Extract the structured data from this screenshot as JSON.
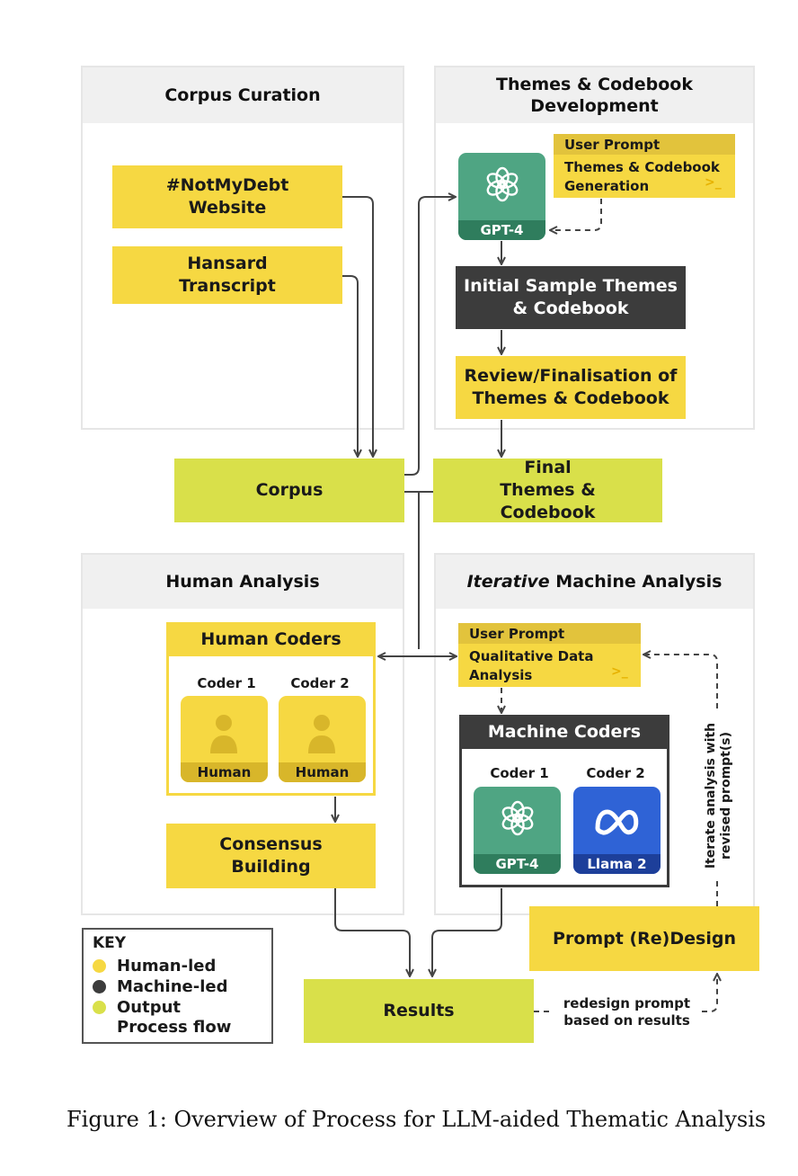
{
  "panels": {
    "corpus_curation": "Corpus Curation",
    "themes_dev": "Themes & Codebook Development",
    "human_analysis": "Human Analysis",
    "machine_analysis_em": "Iterative",
    "machine_analysis_rest": " Machine Analysis"
  },
  "sources": {
    "website": "#NotMyDebt Website",
    "hansard": "Hansard Transcript"
  },
  "themes_prompt": {
    "header": "User Prompt",
    "body": "Themes & Codebook\nGeneration",
    "terminal": ">_"
  },
  "gpt_label": "GPT-4",
  "llama_label": "Llama 2",
  "initial_themes": "Initial Sample Themes & Codebook",
  "review": "Review/Finalisation of Themes & Codebook",
  "corpus": "Corpus",
  "final_themes": "Final Themes & Codebook",
  "human_coders": {
    "title": "Human Coders",
    "coder1": "Coder 1",
    "coder2": "Coder 2",
    "tile_label": "Human"
  },
  "consensus": "Consensus Building",
  "analysis_prompt": {
    "header": "User Prompt",
    "body": "Qualitative Data\nAnalysis",
    "terminal": ">_"
  },
  "machine_coders": {
    "title": "Machine Coders",
    "coder1": "Coder 1",
    "coder2": "Coder 2"
  },
  "iterate_note": "Iterate analysis with revised prompt(s)",
  "prompt_redesign": "Prompt (Re)Design",
  "results": "Results",
  "redesign_note": "redesign prompt based on results",
  "key": {
    "title": "KEY",
    "items": [
      "Human-led",
      "Machine-led",
      "Output",
      "Process flow"
    ]
  },
  "colors": {
    "human_led": "#f6d842",
    "machine_led": "#3c3c3c",
    "output": "#d9e04a",
    "gpt_green": "#4fa583",
    "llama_blue": "#2f63d6"
  },
  "caption": "Figure 1: Overview of Process for LLM-aided Thematic Analysis"
}
